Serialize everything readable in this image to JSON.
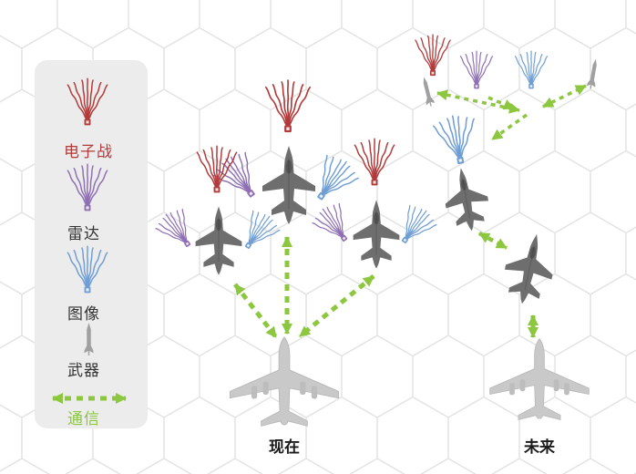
{
  "colors": {
    "ew": "#b23a3a",
    "radar": "#8e6fb3",
    "image": "#6f9ed6",
    "comm": "#8dc63f",
    "jet": "#6e6e6e",
    "transport": "#c9c9c9",
    "weapon": "#a0a0a0",
    "text": "#333333",
    "label": "#1b1b1b"
  },
  "legend": {
    "items": [
      {
        "id": "ew",
        "label": "电子战"
      },
      {
        "id": "radar",
        "label": "雷达"
      },
      {
        "id": "image",
        "label": "图像"
      },
      {
        "id": "weapon",
        "label": "武器"
      },
      {
        "id": "comm",
        "label": "通信"
      }
    ]
  },
  "scenes": {
    "present": {
      "label": "现在"
    },
    "future": {
      "label": "未来"
    }
  }
}
